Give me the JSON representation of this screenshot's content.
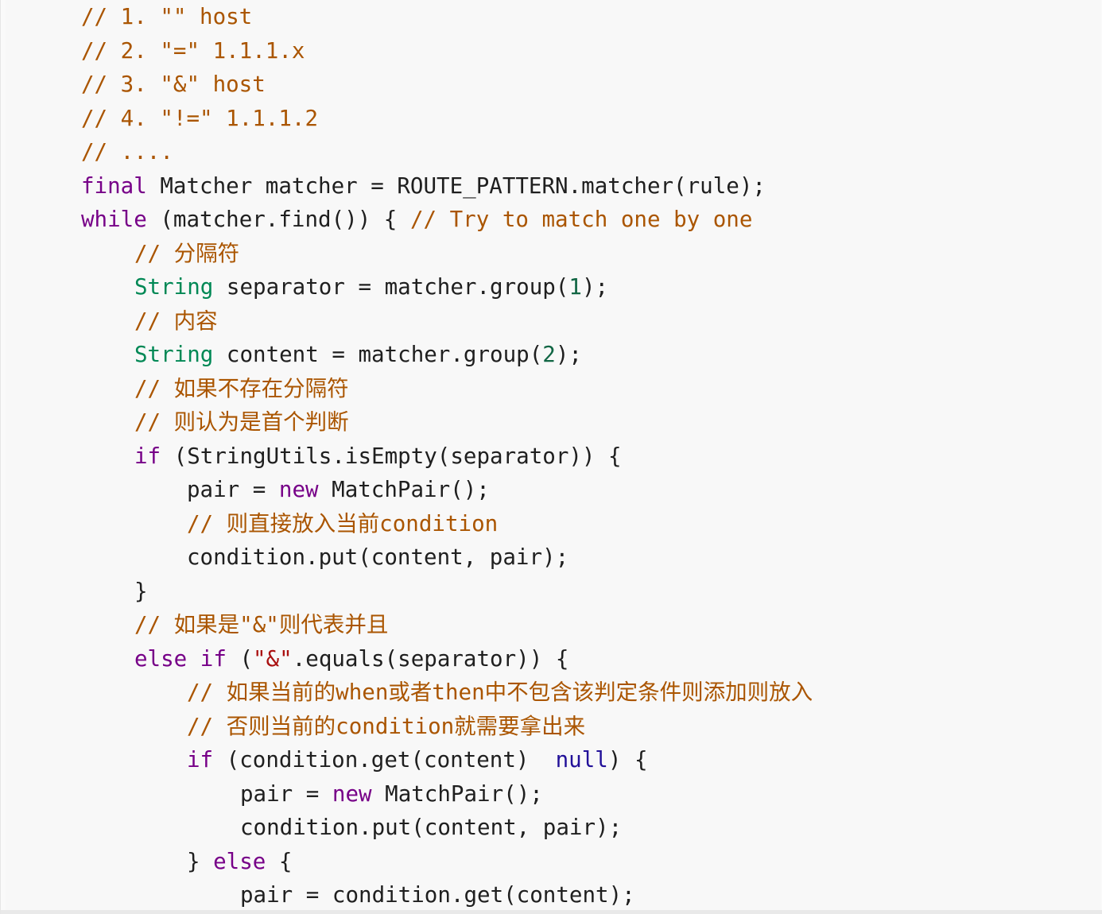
{
  "editor": {
    "lines": [
      {
        "indent": 0,
        "tokens": [
          {
            "t": "comment",
            "v": "// 1. \"\" host"
          }
        ]
      },
      {
        "indent": 0,
        "tokens": [
          {
            "t": "comment",
            "v": "// 2. \"=\" 1.1.1.x"
          }
        ]
      },
      {
        "indent": 0,
        "tokens": [
          {
            "t": "comment",
            "v": "// 3. \"&\" host"
          }
        ]
      },
      {
        "indent": 0,
        "tokens": [
          {
            "t": "comment",
            "v": "// 4. \"!=\" 1.1.1.2"
          }
        ]
      },
      {
        "indent": 0,
        "tokens": [
          {
            "t": "comment",
            "v": "// ...."
          }
        ]
      },
      {
        "indent": 0,
        "tokens": [
          {
            "t": "keyword",
            "v": "final"
          },
          {
            "t": "plain",
            "v": " Matcher matcher = ROUTE_PATTERN.matcher(rule);"
          }
        ]
      },
      {
        "indent": 0,
        "tokens": [
          {
            "t": "keyword",
            "v": "while"
          },
          {
            "t": "plain",
            "v": " (matcher.find()) { "
          },
          {
            "t": "comment",
            "v": "// Try to match one by one"
          }
        ]
      },
      {
        "indent": 1,
        "tokens": [
          {
            "t": "comment",
            "v": "// 分隔符"
          }
        ]
      },
      {
        "indent": 1,
        "tokens": [
          {
            "t": "type",
            "v": "String"
          },
          {
            "t": "plain",
            "v": " separator = matcher.group("
          },
          {
            "t": "number",
            "v": "1"
          },
          {
            "t": "plain",
            "v": ");"
          }
        ]
      },
      {
        "indent": 1,
        "tokens": [
          {
            "t": "comment",
            "v": "// 内容"
          }
        ]
      },
      {
        "indent": 1,
        "tokens": [
          {
            "t": "type",
            "v": "String"
          },
          {
            "t": "plain",
            "v": " content = matcher.group("
          },
          {
            "t": "number",
            "v": "2"
          },
          {
            "t": "plain",
            "v": ");"
          }
        ]
      },
      {
        "indent": 1,
        "tokens": [
          {
            "t": "comment",
            "v": "// 如果不存在分隔符"
          }
        ]
      },
      {
        "indent": 1,
        "tokens": [
          {
            "t": "comment",
            "v": "// 则认为是首个判断"
          }
        ]
      },
      {
        "indent": 1,
        "tokens": [
          {
            "t": "keyword",
            "v": "if"
          },
          {
            "t": "plain",
            "v": " (StringUtils.isEmpty(separator)) {"
          }
        ]
      },
      {
        "indent": 2,
        "tokens": [
          {
            "t": "plain",
            "v": "pair = "
          },
          {
            "t": "keyword",
            "v": "new"
          },
          {
            "t": "plain",
            "v": " MatchPair();"
          }
        ]
      },
      {
        "indent": 2,
        "tokens": [
          {
            "t": "comment",
            "v": "// 则直接放入当前condition"
          }
        ]
      },
      {
        "indent": 2,
        "tokens": [
          {
            "t": "plain",
            "v": "condition.put(content, pair);"
          }
        ]
      },
      {
        "indent": 1,
        "tokens": [
          {
            "t": "plain",
            "v": "}"
          }
        ]
      },
      {
        "indent": 1,
        "tokens": [
          {
            "t": "comment",
            "v": "// 如果是\"&\"则代表并且"
          }
        ]
      },
      {
        "indent": 1,
        "tokens": [
          {
            "t": "keyword",
            "v": "else if"
          },
          {
            "t": "plain",
            "v": " ("
          },
          {
            "t": "string",
            "v": "\"&\""
          },
          {
            "t": "plain",
            "v": ".equals(separator)) {"
          }
        ]
      },
      {
        "indent": 2,
        "tokens": [
          {
            "t": "comment",
            "v": "// 如果当前的when或者then中不包含该判定条件则添加则放入"
          }
        ]
      },
      {
        "indent": 2,
        "tokens": [
          {
            "t": "comment",
            "v": "// 否则当前的condition就需要拿出来"
          }
        ]
      },
      {
        "indent": 2,
        "tokens": [
          {
            "t": "keyword",
            "v": "if"
          },
          {
            "t": "plain",
            "v": " (condition.get(content)  "
          },
          {
            "t": "atom",
            "v": "null"
          },
          {
            "t": "plain",
            "v": ") {"
          }
        ]
      },
      {
        "indent": 3,
        "tokens": [
          {
            "t": "plain",
            "v": "pair = "
          },
          {
            "t": "keyword",
            "v": "new"
          },
          {
            "t": "plain",
            "v": " MatchPair();"
          }
        ]
      },
      {
        "indent": 3,
        "tokens": [
          {
            "t": "plain",
            "v": "condition.put(content, pair);"
          }
        ]
      },
      {
        "indent": 2,
        "tokens": [
          {
            "t": "plain",
            "v": "} "
          },
          {
            "t": "keyword",
            "v": "else"
          },
          {
            "t": "plain",
            "v": " {"
          }
        ]
      },
      {
        "indent": 3,
        "tokens": [
          {
            "t": "plain",
            "v": "pair = condition.get(content);"
          }
        ]
      }
    ]
  }
}
